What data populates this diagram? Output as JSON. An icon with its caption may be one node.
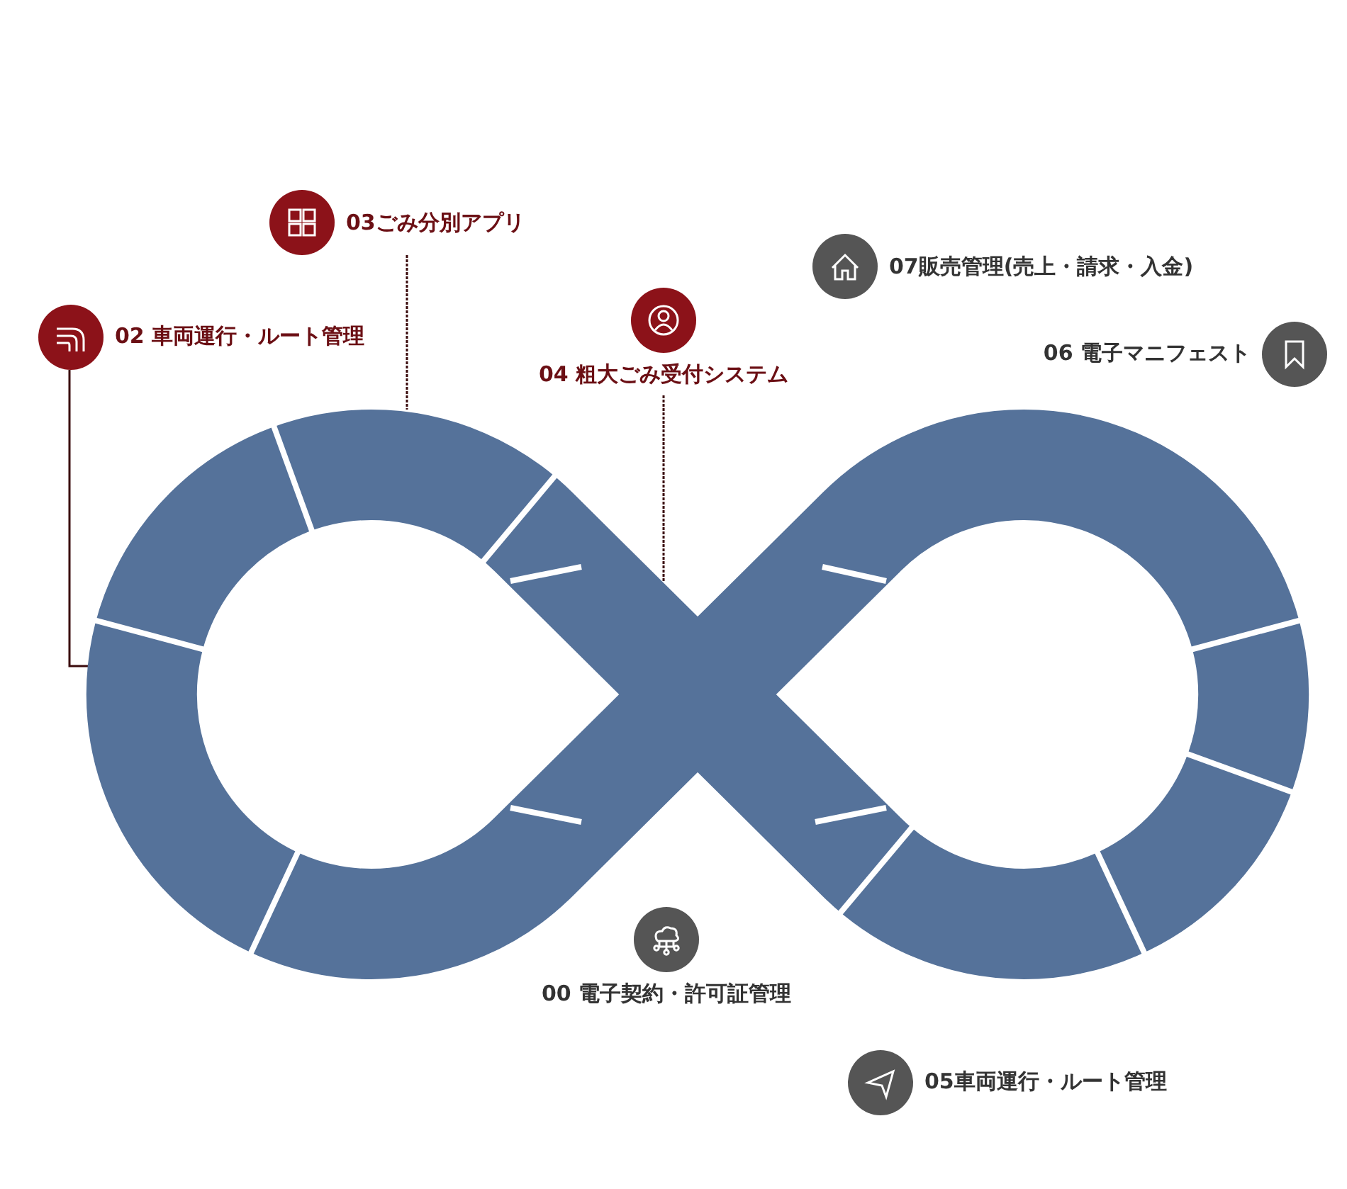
{
  "diagram": {
    "nodes": [
      {
        "text": [
          "03ごみ分別アプリ"
        ]
      },
      {
        "text": [
          "07販売管理(売上・請求・入金)"
        ]
      },
      {
        "text": [
          "02 車両運行・ルート管理"
        ]
      },
      {
        "text": [
          "04 粗大ごみ受付システム"
        ]
      },
      {
        "text": [
          "06 電子マニフェスト"
        ]
      },
      {
        "text": [],
        "shape": "loop"
      },
      {
        "text": [
          "00 電子契約・許可証管理"
        ]
      },
      {
        "text": [
          "05車両運行・ルート管理"
        ]
      }
    ],
    "edges": [
      {
        "from": 2,
        "to": 5,
        "arrow": "none"
      },
      {
        "from": 0,
        "to": 5,
        "arrow": "none",
        "style": "dashed"
      },
      {
        "from": 3,
        "to": 5,
        "arrow": "none",
        "style": "dashed"
      }
    ]
  }
}
